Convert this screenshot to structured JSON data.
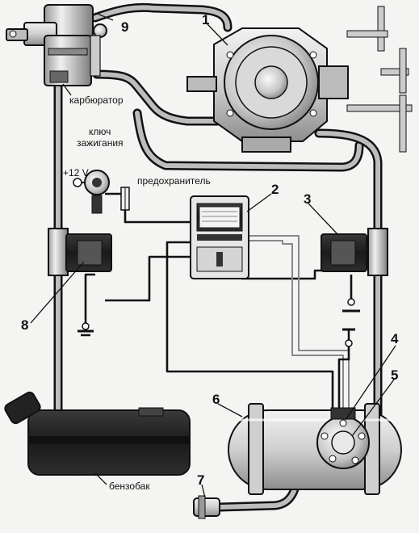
{
  "labels": {
    "carburetor": "карбюратор",
    "ignition_key": "ключ\nзажигания",
    "ignition_key_line1": "ключ",
    "ignition_key_line2": "зажигания",
    "voltage": "+12 V",
    "fuse": "предохранитель",
    "fuel_tank": "бензобак"
  },
  "numbers": {
    "reducer": "1",
    "control_unit": "2",
    "gas_valve": "3",
    "fuel_gauge": "4",
    "multivalve": "5",
    "gas_cylinder": "6",
    "filling_valve": "7",
    "petrol_valve": "8",
    "mixer": "9"
  }
}
